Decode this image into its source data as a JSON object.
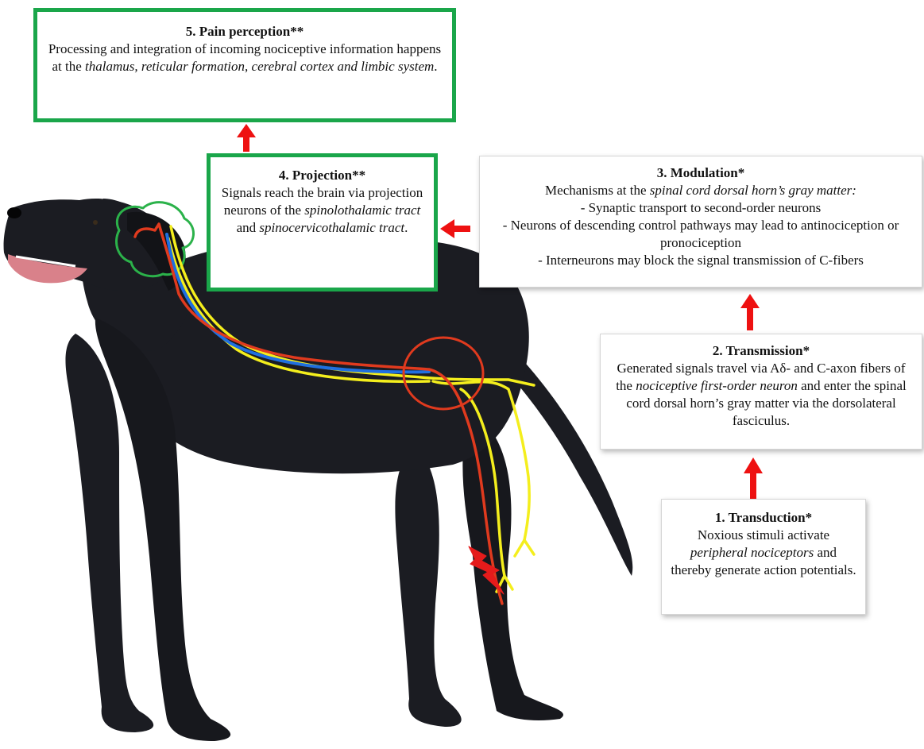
{
  "colors": {
    "accent_green": "#1aa64a",
    "arrow_red": "#ee1111",
    "tract_red": "#e03a1e",
    "tract_blue": "#1f6fe0",
    "tract_yellow": "#f4ee1d",
    "dog_body": "#1b1c22"
  },
  "steps": {
    "pain_perception": {
      "title": "5. Pain perception**",
      "text1": "Processing and integration of incoming nociceptive information happens at the ",
      "text_em": "thalamus, reticular formation, cerebral cortex and limbic system",
      "text2": "."
    },
    "projection": {
      "title": "4. Projection**",
      "text1": "Signals reach the brain via projection neurons of the ",
      "em1": "spinolothalamic tract",
      "mid": " and ",
      "em2": "spinocervicothalamic tract",
      "end": "."
    },
    "modulation": {
      "title": "3. Modulation*",
      "intro": "Mechanisms at the ",
      "intro_em": "spinal cord dorsal horn’s gray matter:",
      "line1": "- Synaptic transport to second-order neurons",
      "line2": "- Neurons of descending control pathways may lead to antinociception or pronociception",
      "line3": "- Interneurons may block the signal transmission of C-fibers"
    },
    "transmission": {
      "title": "2. Transmission*",
      "text1": "Generated signals travel via Aδ- and C-axon fibers of the ",
      "em": "nociceptive first-order neuron",
      "text2": " and enter the spinal cord dorsal horn’s gray matter via the dorsolateral fasciculus."
    },
    "transduction": {
      "title": "1. Transduction*",
      "text1": "Noxious stimuli activate ",
      "em": "peripheral nociceptors",
      "text2": " and thereby generate action potentials."
    }
  }
}
